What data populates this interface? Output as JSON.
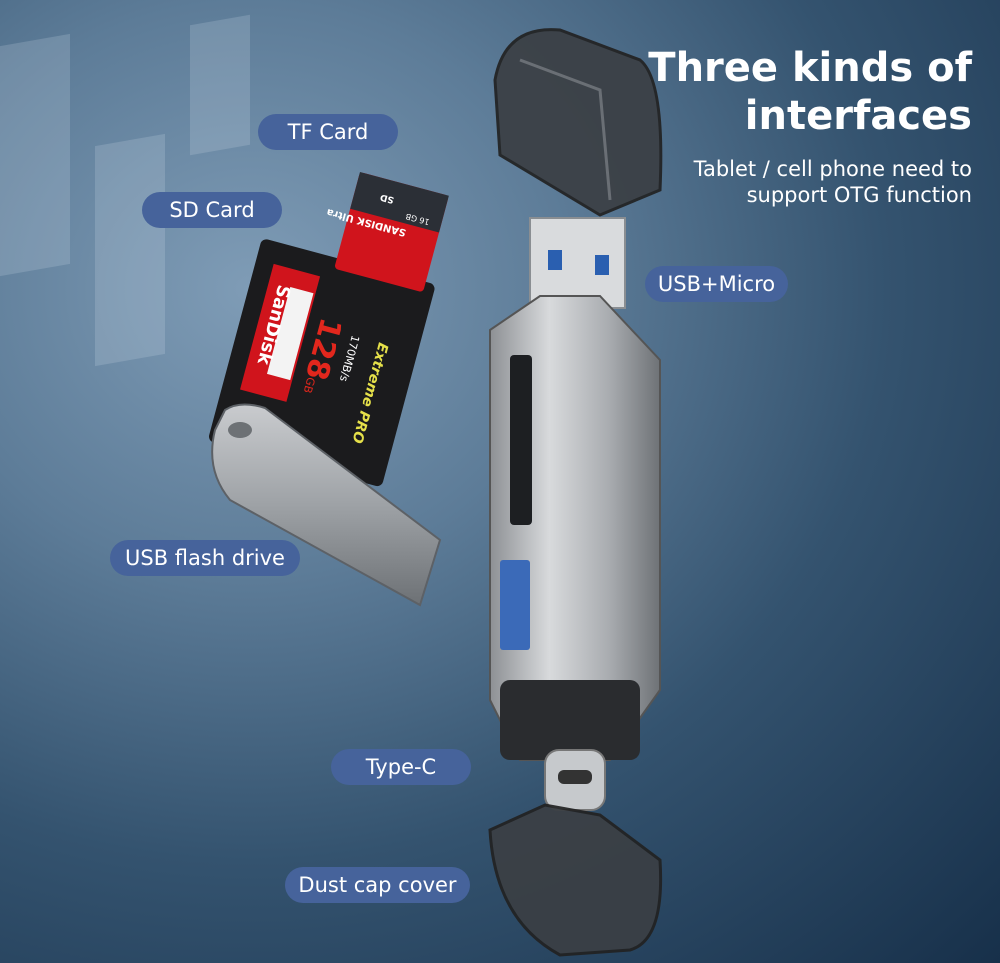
{
  "headline": {
    "title_line1": "Three kinds of",
    "title_line2": "interfaces",
    "subtitle_line1": "Tablet / cell phone need to",
    "subtitle_line2": "support OTG function"
  },
  "labels": {
    "tf_card": "TF Card",
    "sd_card": "SD Card",
    "usb_micro": "USB+Micro",
    "usb_flash_drive": "USB flash drive",
    "type_c": "Type-C",
    "dust_cap": "Dust cap cover"
  },
  "product_markings": {
    "sd_brand": "SanDisk",
    "sd_capacity": "128",
    "sd_unit": "GB",
    "sd_line": "Extreme PRO",
    "sd_speed": "170MB/s",
    "tf_brand": "SANDISK Ultra",
    "tf_capacity": "16 GB",
    "tf_type": "SD"
  },
  "colors": {
    "pill": "#46639b",
    "background": "#34536f",
    "card_red": "#d0141c"
  }
}
